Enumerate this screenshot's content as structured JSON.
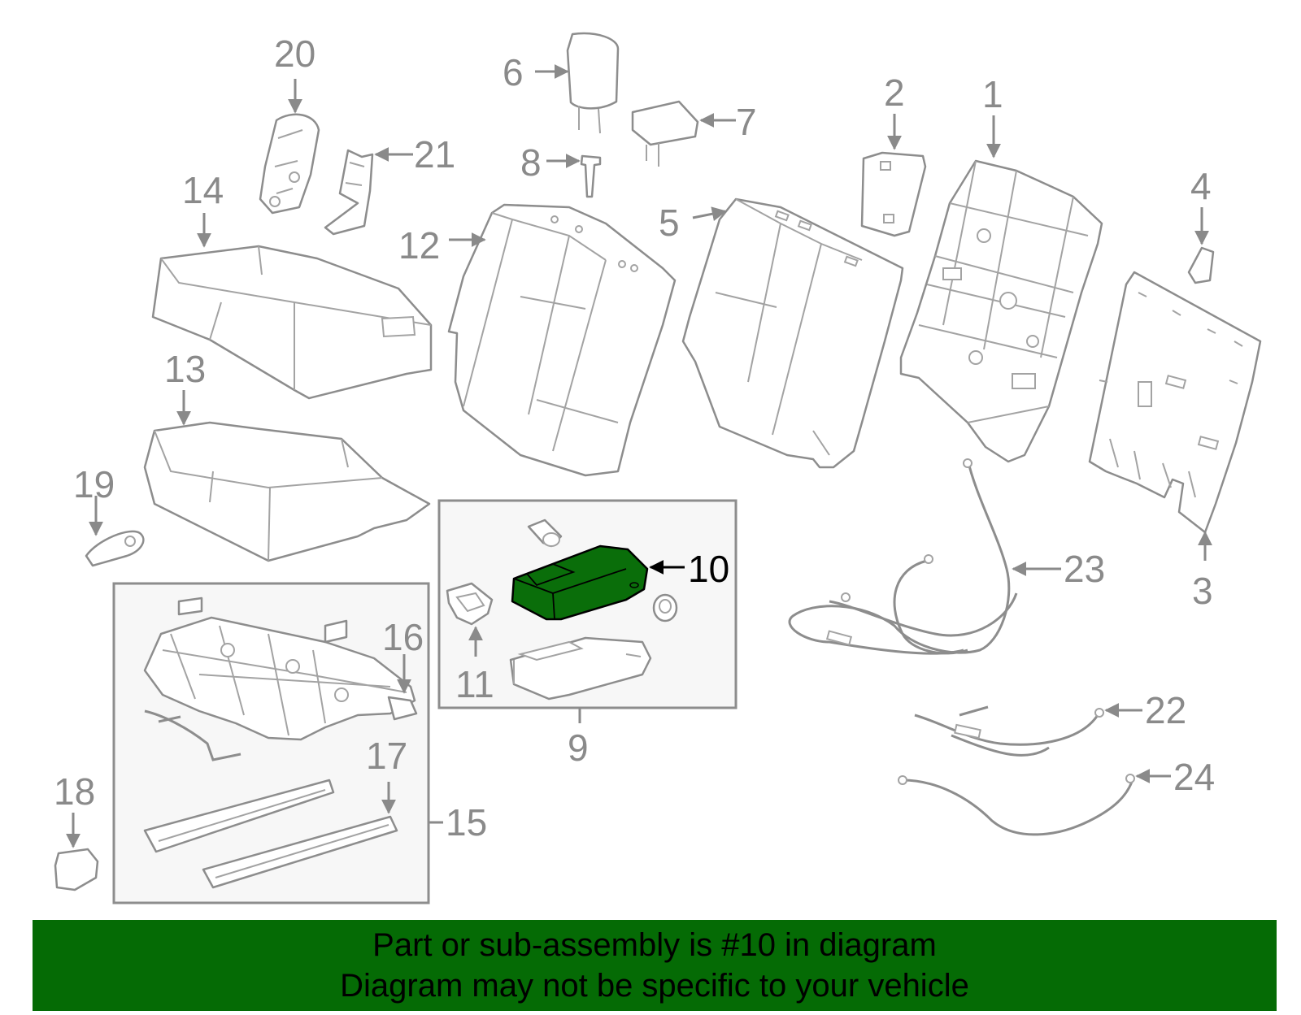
{
  "diagram": {
    "highlighted_part": "10",
    "highlight_color": "#0a6e0a",
    "callouts": [
      "1",
      "2",
      "3",
      "4",
      "5",
      "6",
      "7",
      "8",
      "9",
      "10",
      "11",
      "12",
      "13",
      "14",
      "15",
      "16",
      "17",
      "18",
      "19",
      "20",
      "21",
      "22",
      "23",
      "24"
    ]
  },
  "footer": {
    "background": "#056b05",
    "line1": "Part or sub-assembly is #10 in diagram",
    "line2": "Diagram may not be specific to your vehicle"
  }
}
